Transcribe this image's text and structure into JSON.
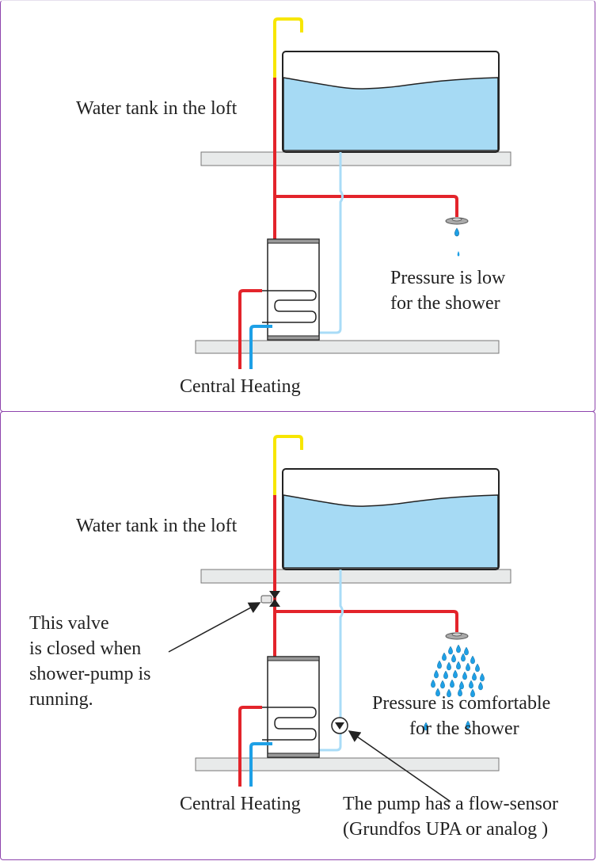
{
  "panels": [
    {
      "id": "before",
      "labels": {
        "tank": "Water tank in the loft",
        "pressure_line1": "Pressure is low",
        "pressure_line2": "for the shower",
        "heating": "Central Heating"
      },
      "shower_state": "drip"
    },
    {
      "id": "after",
      "labels": {
        "tank": "Water tank in the loft",
        "valve_note": [
          "This valve",
          "is closed when",
          "shower-pump is",
          "running."
        ],
        "pressure_line1": "Pressure is comfortable",
        "pressure_line2": "for the shower",
        "heating": "Central Heating",
        "pump_line1": "The pump has a flow-sensor",
        "pump_line2": "(Grundfos UPA or analog )"
      },
      "shower_state": "spray"
    }
  ],
  "colors": {
    "hot_pipe": "#e3242b",
    "cold_pipe": "#a9dcf7",
    "heating_return": "#1ea0e6",
    "vent_pipe": "#f7e600",
    "water": "#a6daf4",
    "shelf": "#e8eaea",
    "border": "#8e44ad"
  }
}
